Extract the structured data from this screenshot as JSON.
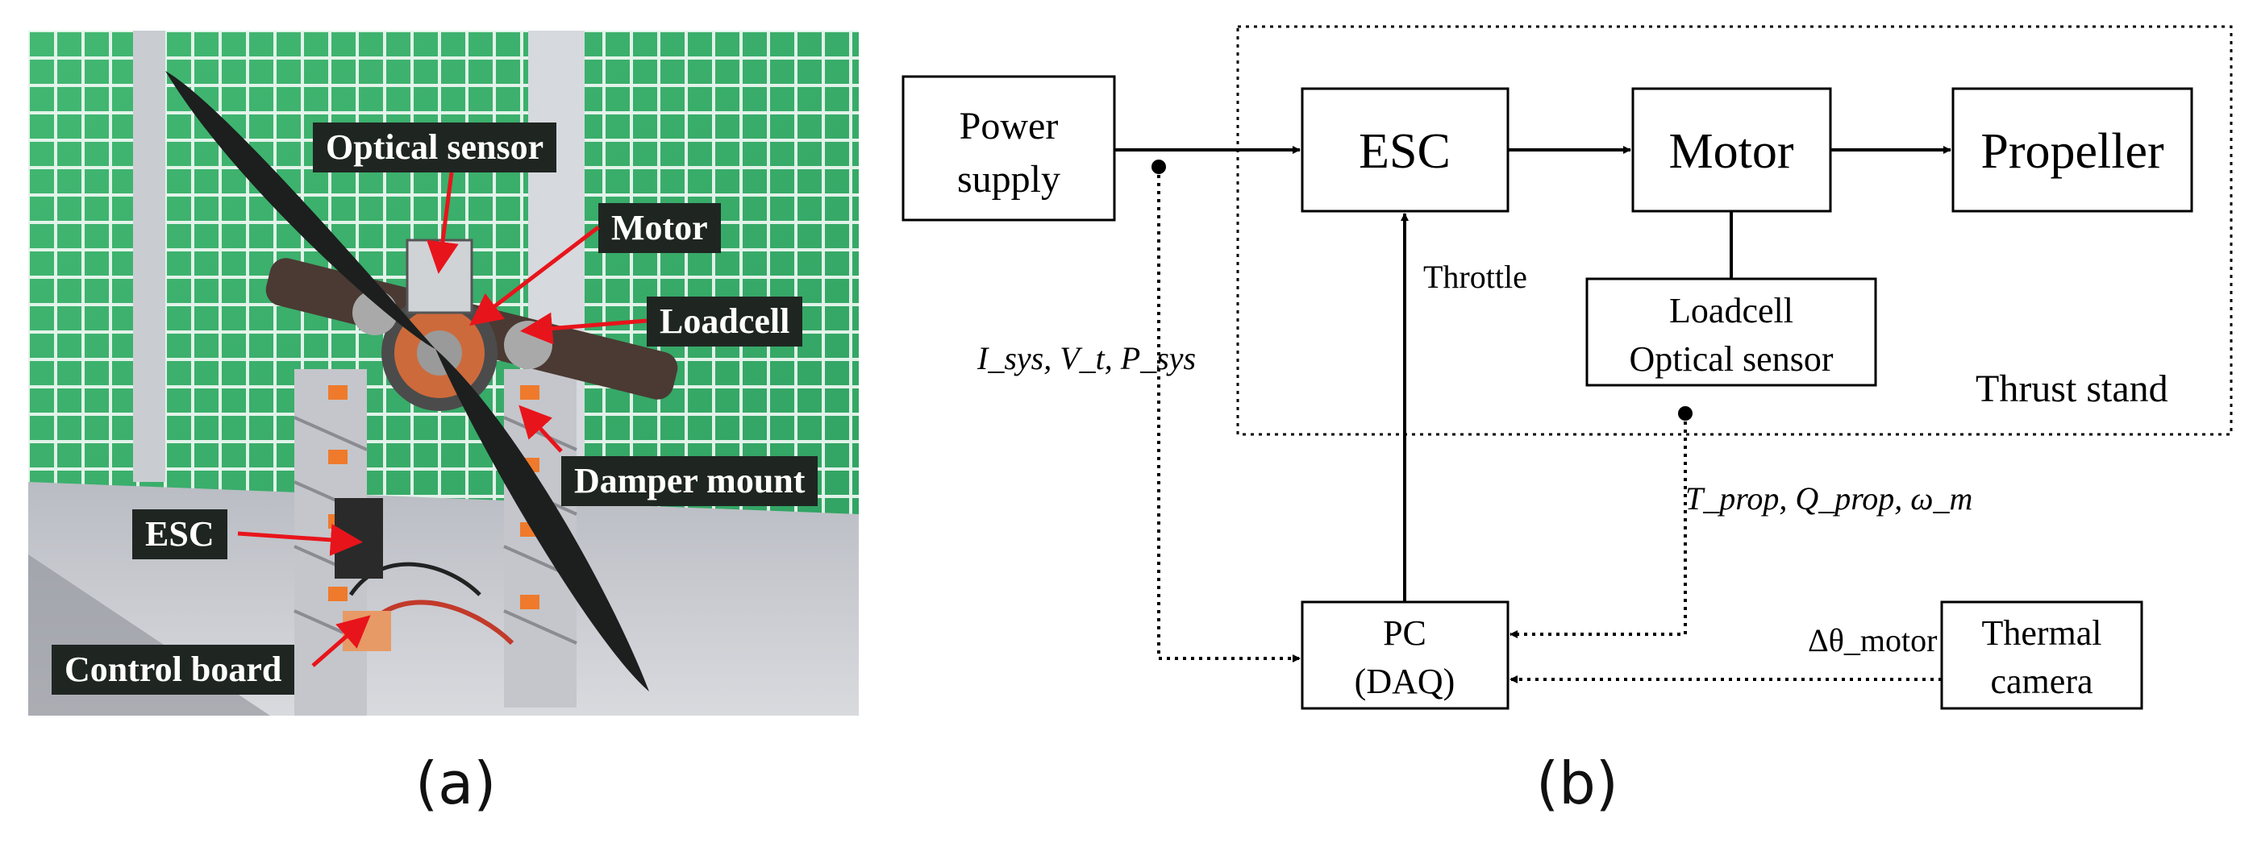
{
  "panel_a": {
    "label": "(a)",
    "callouts": {
      "optical_sensor": "Optical sensor",
      "motor": "Motor",
      "loadcell": "Loadcell",
      "damper_mount": "Damper mount",
      "esc": "ESC",
      "control_board": "Control board"
    }
  },
  "panel_b": {
    "label": "(b)",
    "blocks": {
      "power_supply_line1": "Power",
      "power_supply_line2": "supply",
      "esc": "ESC",
      "motor": "Motor",
      "propeller": "Propeller",
      "sensor_line1": "Loadcell",
      "sensor_line2": "Optical sensor",
      "pc_line1": "PC",
      "pc_line2": "(DAQ)",
      "camera_line1": "Thermal",
      "camera_line2": "camera"
    },
    "group_label": "Thrust stand",
    "signals": {
      "throttle": "Throttle",
      "power_measurements": "I_sys, V_t, P_sys",
      "prop_measurements": "T_prop, Q_prop, ω_m",
      "temperature": "Δθ_motor"
    }
  },
  "colors": {
    "callout_bg": "#1f2622",
    "arrow_red": "#e8141b",
    "wall_green": "#3bb16d",
    "line_black": "#000000"
  }
}
